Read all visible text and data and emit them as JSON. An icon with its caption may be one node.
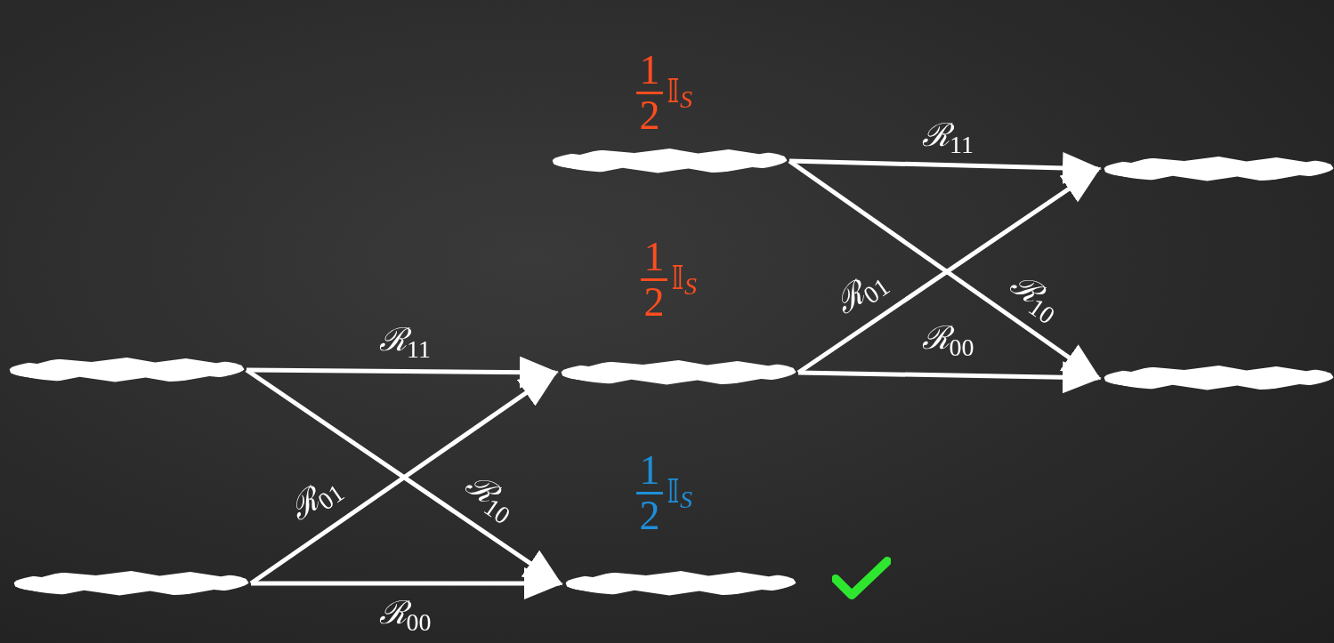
{
  "diagram": {
    "nodes": [
      {
        "text": [],
        "shape": "bar"
      },
      {
        "text": [],
        "shape": "bar"
      },
      {
        "text": [],
        "shape": "bar",
        "beside": [
          "1",
          "2",
          "𝕀$_{S}$"
        ]
      },
      {
        "text": [],
        "shape": "bar",
        "beside": [
          "1",
          "2",
          "𝕀$_{S}$"
        ]
      },
      {
        "text": [],
        "shape": "bar",
        "beside": [
          "1",
          "2",
          "𝕀$_{S}$"
        ]
      },
      {
        "text": [],
        "shape": "bar"
      },
      {
        "text": [],
        "shape": "bar"
      }
    ],
    "edges": [
      {
        "from": 0,
        "to": 3,
        "arrow": "to",
        "label": "ℛ$_{11}$"
      },
      {
        "from": 0,
        "to": 4,
        "arrow": "to",
        "label": "ℛ$_{10}$"
      },
      {
        "from": 1,
        "to": 3,
        "arrow": "to",
        "label": "ℛ$_{01}$"
      },
      {
        "from": 1,
        "to": 4,
        "arrow": "to",
        "label": "ℛ$_{00}$"
      },
      {
        "from": 2,
        "to": 5,
        "arrow": "to",
        "label": "ℛ$_{11}$"
      },
      {
        "from": 2,
        "to": 6,
        "arrow": "to",
        "label": "ℛ$_{10}$"
      },
      {
        "from": 3,
        "to": 5,
        "arrow": "to",
        "label": "ℛ$_{01}$"
      },
      {
        "from": 3,
        "to": 6,
        "arrow": "to",
        "label": "ℛ$_{00}$"
      }
    ]
  }
}
